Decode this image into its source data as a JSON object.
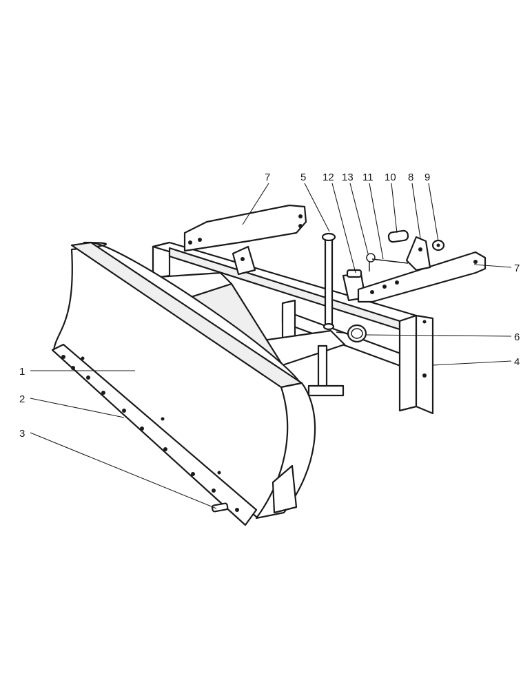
{
  "callouts": [
    {
      "id": "label-1",
      "text": "1"
    },
    {
      "id": "label-2",
      "text": "2"
    },
    {
      "id": "label-3",
      "text": "3"
    },
    {
      "id": "label-4",
      "text": "4"
    },
    {
      "id": "label-5",
      "text": "5"
    },
    {
      "id": "label-6",
      "text": "6"
    },
    {
      "id": "label-7-top",
      "text": "7"
    },
    {
      "id": "label-7-right",
      "text": "7"
    },
    {
      "id": "label-8",
      "text": "8"
    },
    {
      "id": "label-9",
      "text": "9"
    },
    {
      "id": "label-10",
      "text": "10"
    },
    {
      "id": "label-11",
      "text": "11"
    },
    {
      "id": "label-12",
      "text": "12"
    },
    {
      "id": "label-13",
      "text": "13"
    }
  ]
}
